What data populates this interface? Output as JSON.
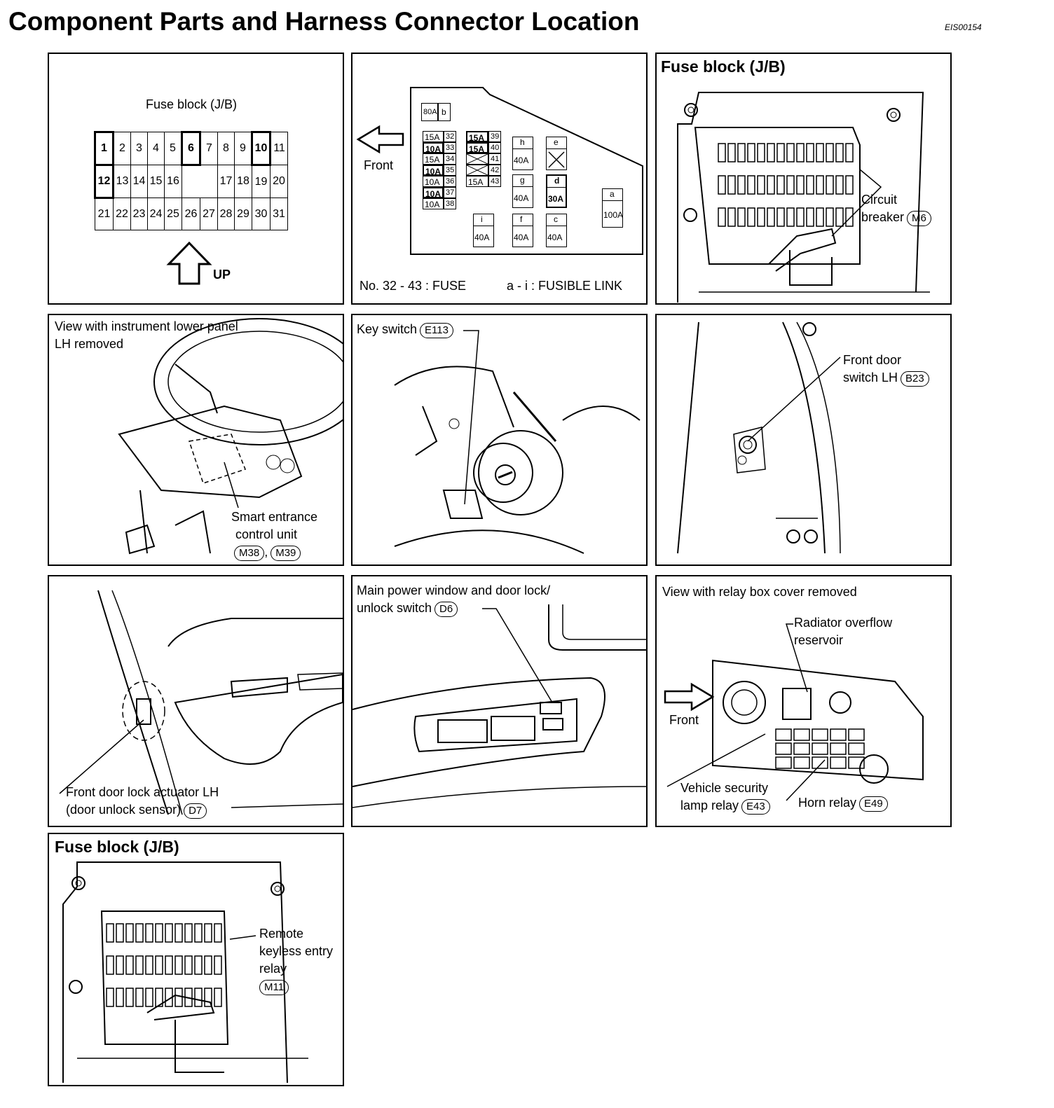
{
  "page": {
    "title": "Component Parts and Harness Connector Location",
    "code": "EIS00154"
  },
  "panel1": {
    "heading": "Fuse block (J/B)",
    "arrow_label": "UP",
    "rows": [
      [
        {
          "n": "1",
          "hl": true
        },
        {
          "n": "2"
        },
        {
          "n": "3"
        },
        {
          "n": "4"
        },
        {
          "n": "5"
        },
        {
          "n": "6",
          "hl": true
        },
        {
          "n": "7"
        },
        {
          "n": "8"
        },
        {
          "n": "9"
        },
        {
          "n": "10",
          "hl": true
        },
        {
          "n": "11"
        }
      ],
      [
        {
          "n": "12",
          "hl": true
        },
        {
          "n": "13"
        },
        {
          "n": "14"
        },
        {
          "n": "15"
        },
        {
          "n": "16"
        },
        {
          "n": "",
          "empty": true
        },
        {
          "n": "",
          "empty": true
        },
        {
          "n": "17"
        },
        {
          "n": "18"
        },
        {
          "n": "19"
        },
        {
          "n": "20"
        }
      ],
      [
        {
          "n": "21"
        },
        {
          "n": "22"
        },
        {
          "n": "23"
        },
        {
          "n": "24"
        },
        {
          "n": "25"
        },
        {
          "n": "26"
        },
        {
          "n": "27"
        },
        {
          "n": "28"
        },
        {
          "n": "29"
        },
        {
          "n": "30"
        },
        {
          "n": "31"
        }
      ]
    ]
  },
  "panel2": {
    "front_label": "Front",
    "fuse_note": "No. 32 - 43 : FUSE",
    "link_note": "a - i : FUSIBLE LINK",
    "fuses_left": [
      {
        "amp": "15A",
        "no": "32",
        "bold": false
      },
      {
        "amp": "10A",
        "no": "33",
        "bold": true
      },
      {
        "amp": "15A",
        "no": "34",
        "bold": false
      },
      {
        "amp": "10A",
        "no": "35",
        "bold": true
      },
      {
        "amp": "10A",
        "no": "36",
        "bold": false
      },
      {
        "amp": "10A",
        "no": "37",
        "bold": true
      },
      {
        "amp": "10A",
        "no": "38",
        "bold": false
      }
    ],
    "fuses_right": [
      {
        "amp": "15A",
        "no": "39",
        "bold": true
      },
      {
        "amp": "15A",
        "no": "40",
        "bold": true
      },
      {
        "amp": "",
        "no": "41",
        "bold": false
      },
      {
        "amp": "",
        "no": "42",
        "bold": false
      },
      {
        "amp": "15A",
        "no": "43",
        "bold": false
      }
    ],
    "top_link": {
      "amp": "80A",
      "id": "b"
    },
    "links": [
      {
        "id": "h",
        "amp": "40A"
      },
      {
        "id": "e",
        "amp": ""
      },
      {
        "id": "g",
        "amp": "40A"
      },
      {
        "id": "d",
        "amp": "30A"
      },
      {
        "id": "a",
        "amp": "100A"
      },
      {
        "id": "i",
        "amp": "40A"
      },
      {
        "id": "f",
        "amp": "40A"
      },
      {
        "id": "c",
        "amp": "40A"
      }
    ]
  },
  "panel3": {
    "heading": "Fuse block (J/B)",
    "label1": "Circuit",
    "label2": "breaker",
    "connector": "M6"
  },
  "panel4": {
    "line1": "View with instrument lower panel",
    "line2": "LH removed",
    "label1": "Smart entrance",
    "label2": "control unit",
    "connector1": "M38",
    "sep": ",",
    "connector2": "M39"
  },
  "panel5": {
    "label": "Key switch",
    "connector": "E113"
  },
  "panel6": {
    "label1": "Front door",
    "label2": "switch LH",
    "connector": "B23"
  },
  "panel7": {
    "label1": "Front door lock actuator LH",
    "label2": "(door unlock sensor)",
    "connector": "D7"
  },
  "panel8": {
    "label1": "Main power window and door lock/",
    "label2": "unlock switch",
    "connector": "D6"
  },
  "panel9": {
    "heading": "View with relay box cover removed",
    "radiator1": "Radiator overflow",
    "radiator2": "reservoir",
    "front_label": "Front",
    "vs1": "Vehicle security",
    "vs2": "lamp relay",
    "vs_connector": "E43",
    "horn": "Horn relay",
    "horn_connector": "E49"
  },
  "panel10": {
    "heading": "Fuse block (J/B)",
    "label1": "Remote",
    "label2": "keyless entry",
    "label3": "relay",
    "connector": "M11"
  }
}
